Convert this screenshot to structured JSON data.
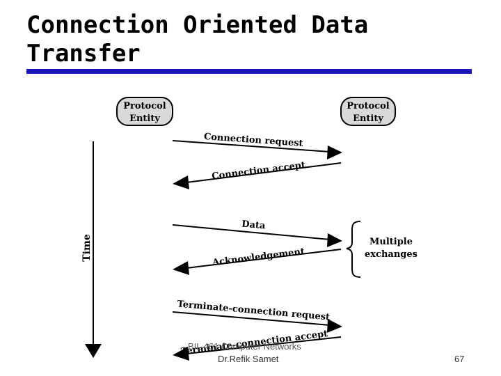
{
  "slide": {
    "title": "Connection Oriented Data Transfer",
    "footer_course": "BIL 461 Computer Networks",
    "footer_author": "Dr.Refik Samet",
    "page_number": "67",
    "accent_color": "#1c14b8"
  },
  "diagram": {
    "left_entity": [
      "Protocol",
      "Entity"
    ],
    "right_entity": [
      "Protocol",
      "Entity"
    ],
    "time_label": "Time",
    "messages": [
      {
        "label": "Connection request",
        "direction": "left-to-right"
      },
      {
        "label": "Connection accept",
        "direction": "right-to-left"
      },
      {
        "label": "Data",
        "direction": "left-to-right"
      },
      {
        "label": "Acknowledgement",
        "direction": "right-to-left"
      },
      {
        "label": "Terminate-connection request",
        "direction": "left-to-right"
      },
      {
        "label": "Terminate-connection accept",
        "direction": "right-to-left"
      }
    ],
    "brace_label": [
      "Multiple",
      "exchanges"
    ]
  }
}
